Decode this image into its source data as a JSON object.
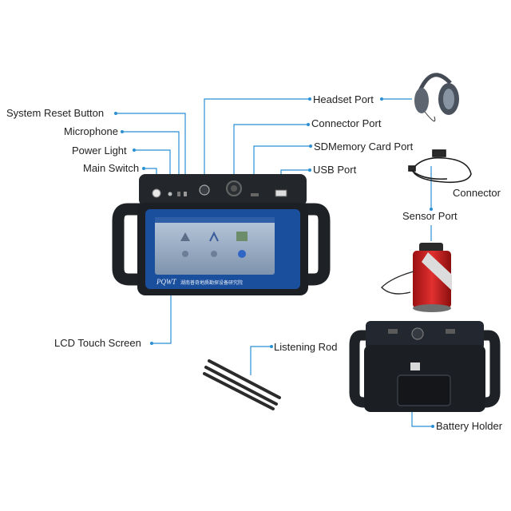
{
  "labels": {
    "system_reset": "System Reset Button",
    "microphone": "Microphone",
    "power_light": "Power Light",
    "main_switch": "Main Switch",
    "headset_port": "Headset Port",
    "connector_port": "Connector Port",
    "sd_card_port": "SDMemory Card Port",
    "usb_port": "USB Port",
    "connector": "Connector",
    "sensor_port": "Sensor Port",
    "lcd_screen": "LCD Touch Screen",
    "listening_rod": "Listening Rod",
    "battery_holder": "Battery Holder"
  },
  "screen": {
    "brand": "PQWT",
    "subtitle": "湖南普奇地质勘探设备研究院"
  },
  "colors": {
    "leader_line": "#2a8fd4",
    "device_body": "#1c1f24",
    "screen_bezel": "#1a4f9e"
  }
}
